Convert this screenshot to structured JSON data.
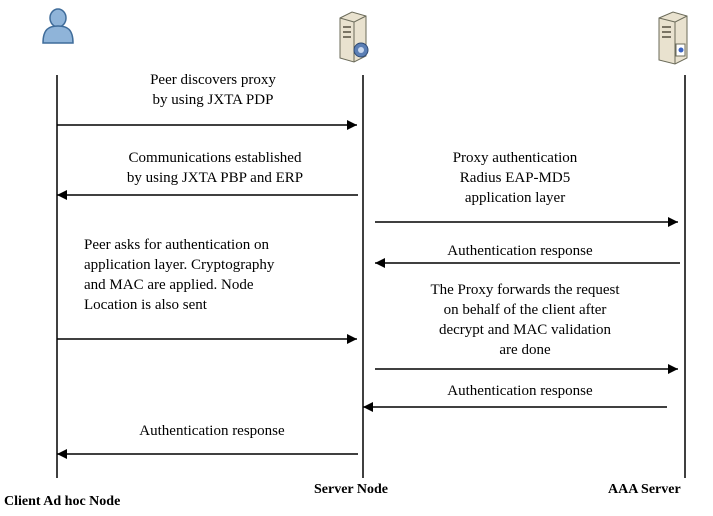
{
  "actors": {
    "client": {
      "label": "Client Ad hoc Node",
      "icon": "user-icon"
    },
    "server": {
      "label": "Server Node",
      "icon": "server-shield-icon"
    },
    "aaa": {
      "label": "AAA Server",
      "icon": "server-icon"
    }
  },
  "messages": {
    "m1": {
      "line1": "Peer discovers proxy",
      "line2": "by using JXTA PDP"
    },
    "m2": {
      "line1": "Communications established",
      "line2": "by using JXTA PBP and ERP"
    },
    "m3": {
      "line1": "Proxy authentication",
      "line2": "Radius EAP-MD5",
      "line3": "application layer"
    },
    "m4": {
      "text": "Authentication response"
    },
    "m5": {
      "line1": "Peer asks for authentication on",
      "line2": "application layer. Cryptography",
      "line3": "and MAC are applied. Node",
      "line4": "Location is also sent"
    },
    "m6": {
      "line1": "The Proxy forwards the request",
      "line2": "on behalf of the client after",
      "line3": "decrypt and MAC validation",
      "line4": "are done"
    },
    "m7": {
      "text": "Authentication response"
    },
    "m8": {
      "text": "Authentication response"
    }
  }
}
